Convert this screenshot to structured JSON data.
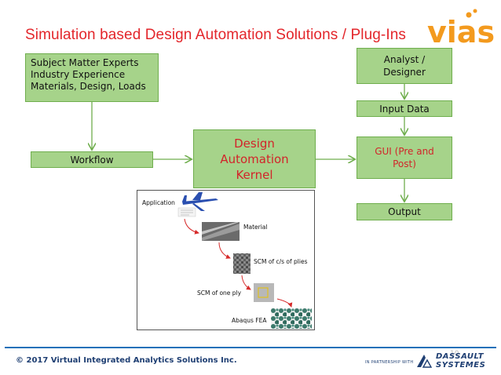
{
  "title": "Simulation based Design Automation Solutions / Plug-Ins",
  "logo": {
    "text": "vias",
    "color": "#f39a1e"
  },
  "boxes": {
    "sme": {
      "lines": [
        "Subject Matter Experts",
        "Industry Experience",
        "Materials, Design, Loads"
      ]
    },
    "workflow": {
      "label": "Workflow"
    },
    "kernel": {
      "lines": [
        "Design",
        "Automation",
        "Kernel"
      ]
    },
    "analyst": {
      "lines": [
        "Analyst /",
        "Designer"
      ]
    },
    "input_data": {
      "label": "Input Data"
    },
    "gui": {
      "lines": [
        "GUI (Pre and",
        "Post)"
      ]
    },
    "output": {
      "label": "Output"
    }
  },
  "inset": {
    "labels": {
      "application": "Application",
      "material": "Material",
      "scm_plies": "SCM of c/s of plies",
      "scm_ply": "SCM of one ply",
      "abaqus": "Abaqus FEA"
    }
  },
  "footer": {
    "copyright": "© 2017 Virtual Integrated Analytics Solutions Inc.",
    "page_number": "10",
    "partner_text": "IN PARTNERSHIP WITH",
    "partner_line1": "DASSAULT",
    "partner_line2": "SYSTEMES"
  },
  "colors": {
    "title": "#e3262b",
    "box_fill": "#a6d38a",
    "box_border": "#6fae4d",
    "arrow": "#6fae4d",
    "footer_rule": "#1e70b9",
    "footer_text": "#1f3f73"
  }
}
